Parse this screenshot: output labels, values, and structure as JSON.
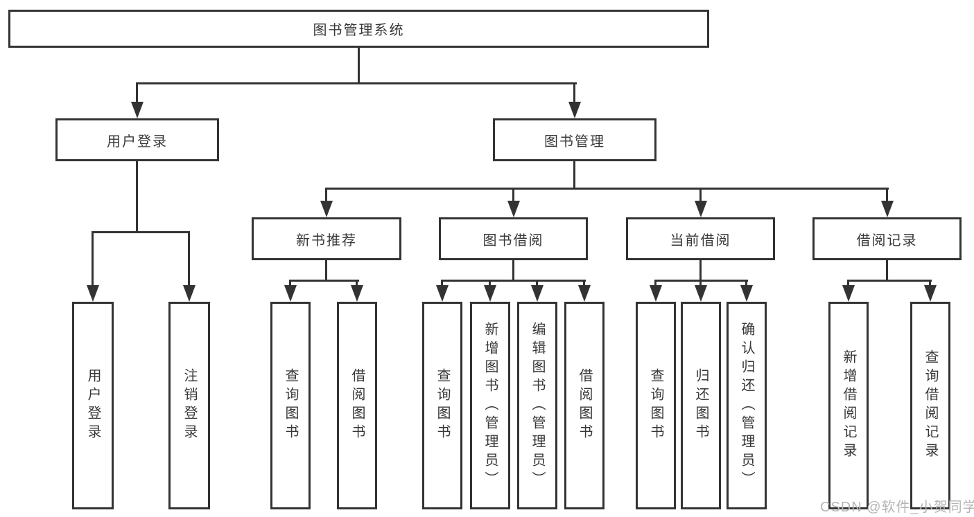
{
  "tree": {
    "label": "图书管理系统",
    "children": [
      {
        "label": "用户登录",
        "children": [
          {
            "label": "用户登录"
          },
          {
            "label": "注销登录"
          }
        ]
      },
      {
        "label": "图书管理",
        "children": [
          {
            "label": "新书推荐",
            "children": [
              {
                "label": "查询图书"
              },
              {
                "label": "借阅图书"
              }
            ]
          },
          {
            "label": "图书借阅",
            "children": [
              {
                "label": "查询图书"
              },
              {
                "label": "新增图书（管理员）"
              },
              {
                "label": "编辑图书（管理员）"
              },
              {
                "label": "借阅图书"
              }
            ]
          },
          {
            "label": "当前借阅",
            "children": [
              {
                "label": "查询图书"
              },
              {
                "label": "归还图书"
              },
              {
                "label": "确认归还（管理员）"
              }
            ]
          },
          {
            "label": "借阅记录",
            "children": [
              {
                "label": "新增借阅记录"
              },
              {
                "label": "查询借阅记录"
              }
            ]
          }
        ]
      }
    ]
  },
  "watermark": {
    "text": "CSDN @软件_小贺同学"
  },
  "colors": {
    "line": "#333333",
    "text": "#383838",
    "box_background": "#ffffff",
    "watermark": "#b5b5b5",
    "page_background": "#ffffff"
  }
}
